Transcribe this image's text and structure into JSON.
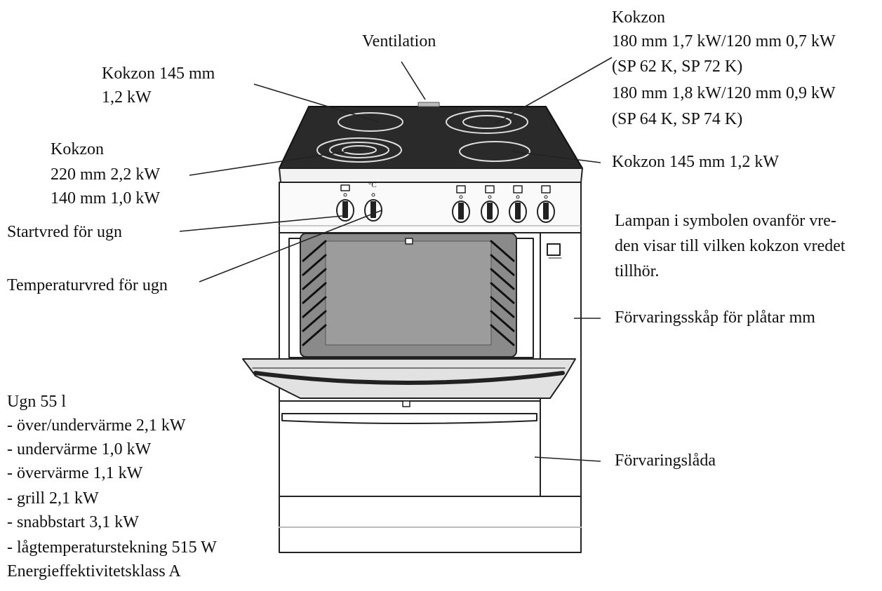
{
  "labels": {
    "ventilation": "Ventilation",
    "zone_left_top": {
      "title": "Kokzon 145 mm",
      "power": "1,2 kW"
    },
    "zone_right_top": {
      "title": "Kokzon",
      "line1": "180 mm 1,7 kW/120 mm 0,7 kW",
      "line2": "(SP 62 K, SP 72 K)",
      "line3": "180 mm 1,8 kW/120 mm 0,9 kW",
      "line4": "(SP 64 K, SP 74 K)"
    },
    "zone_left_bottom": {
      "title": "Kokzon",
      "line1": "220 mm 2,2 kW",
      "line2": "140 mm 1,0 kW"
    },
    "zone_right_bottom": "Kokzon 145 mm 1,2 kW",
    "start_knob": "Startvred för ugn",
    "temp_knob": "Temperaturvred för ugn",
    "lamp_note": [
      "Lampan i symbolen ovanför vre-",
      "den visar till vilken kokzon vredet",
      "tillhör."
    ],
    "storage_cabinet": "Förvaringsskåp för plåtar mm",
    "storage_drawer": "Förvaringslåda",
    "oven": {
      "title": "Ugn 55 l",
      "specs": [
        "- över/undervärme 2,1 kW",
        "- undervärme 1,0 kW",
        "- övervärme 1,1 kW",
        "- grill 2,1 kW",
        "- snabbstart 3,1 kW",
        "- lågtemperaturstekning 515 W"
      ],
      "energy_class": "Energieffektivitetsklass A"
    },
    "temp_symbol": "°C"
  }
}
